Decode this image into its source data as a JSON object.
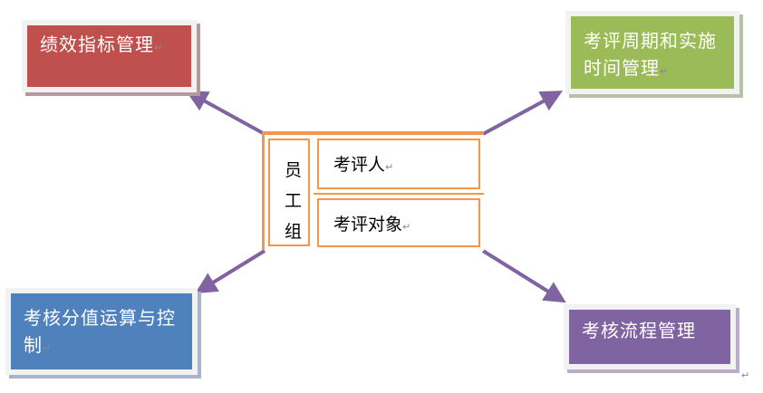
{
  "nodes": {
    "top_left": "绩效指标管理",
    "top_right": "考评周期和实施时间管理",
    "bottom_left": "考核分值运算与控制",
    "bottom_right": "考核流程管理"
  },
  "center": {
    "group": "员工组",
    "evaluator": "考评人",
    "evaluatee": "考评对象"
  },
  "paragraph_mark": "↵",
  "colors": {
    "red": "#c0504d",
    "green": "#9bbb59",
    "blue": "#4f81bd",
    "purple": "#8064a2",
    "orange": "#f79646",
    "arrow": "#8064a2"
  }
}
